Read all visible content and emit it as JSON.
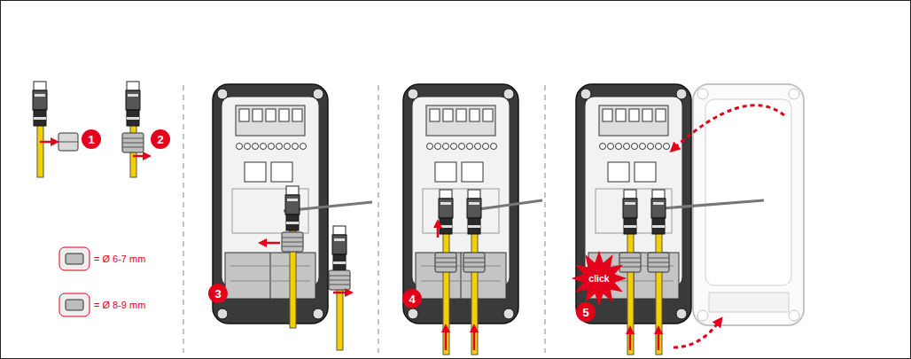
{
  "diagram": {
    "labels": [
      "1",
      "2",
      "= Ø 6-7 mm",
      "= Ø 8-9 mm",
      "3",
      "4",
      "click",
      "5"
    ]
  }
}
